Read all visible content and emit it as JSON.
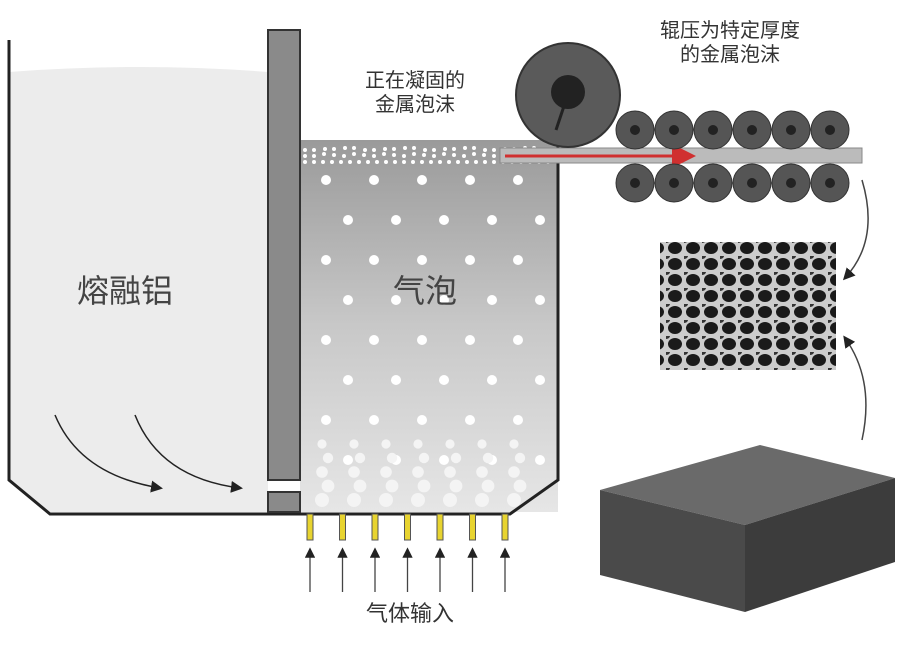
{
  "labels": {
    "solidifying_foam": [
      "正在凝固的",
      "金属泡沫"
    ],
    "rolled_foam": [
      "辊压为特定厚度",
      "的金属泡沫"
    ],
    "molten_aluminum": "熔融铝",
    "bubbles": "气泡",
    "gas_input": "气体输入"
  },
  "colors": {
    "liquid": "#ececec",
    "outline": "#222222",
    "divider": "#8a8a8a",
    "roller": "#555555",
    "arrow_red": "#d03030",
    "nozzle": "#e8d430"
  }
}
